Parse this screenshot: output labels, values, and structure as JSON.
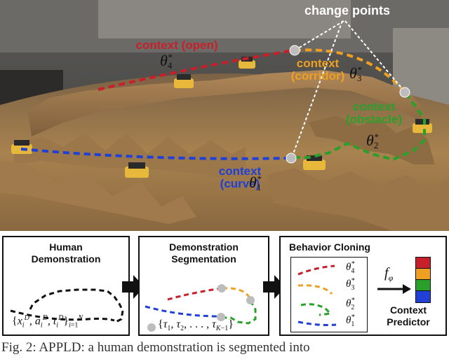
{
  "photo": {
    "change_points_label": "change points",
    "contexts": [
      {
        "line1": "context (open)",
        "line2": "",
        "theta": "θ",
        "sub": "4",
        "color": "#c8202a"
      },
      {
        "line1": "context",
        "line2": "(corridor)",
        "theta": "θ",
        "sub": "3",
        "color": "#f0a020"
      },
      {
        "line1": "context",
        "line2": "(obstacle)",
        "theta": "θ",
        "sub": "2",
        "color": "#2aa02a"
      },
      {
        "line1": "context",
        "line2": "(curve)",
        "theta": "θ",
        "sub": "1",
        "color": "#2040d8"
      }
    ],
    "star": "*"
  },
  "diagram": {
    "human": {
      "title_line1": "Human",
      "title_line2": "Demonstration",
      "formula": "{x",
      "formula_full": "{x_i^D, a_i^D, t_i^D}_{i=1}^N"
    },
    "segmentation": {
      "title_line1": "Demonstration",
      "title_line2": "Segmentation",
      "formula": "{τ₁, τ₂, ..., τ_{K−1}}"
    },
    "cloning": {
      "title": "Behavior Cloning",
      "function_label": "f",
      "function_sub": "φ",
      "predictor_line1": "Context",
      "predictor_line2": "Predictor",
      "thetas": [
        "4",
        "3",
        "2",
        "1"
      ]
    }
  },
  "caption": "Fig. 2: APPLD: a human demonstration is segmented into",
  "colors": {
    "red": "#c8202a",
    "orange": "#f0a020",
    "green": "#2aa02a",
    "blue": "#2040d8",
    "gray": "#bdbdbd"
  }
}
